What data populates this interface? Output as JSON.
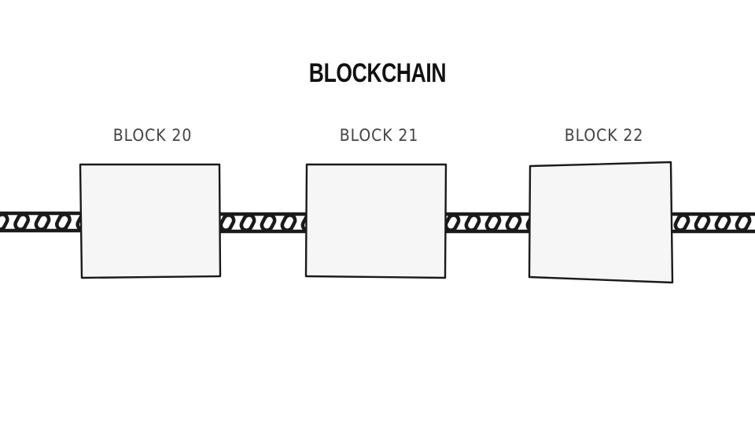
{
  "title": "BLOCKCHAIN",
  "blocks": [
    {
      "label": "BLOCK 20"
    },
    {
      "label": "BLOCK 21"
    },
    {
      "label": "BLOCK 22"
    }
  ],
  "colors": {
    "block_fill": "#f6f6f6",
    "stroke": "#1a1a1a",
    "label": "#444444"
  }
}
